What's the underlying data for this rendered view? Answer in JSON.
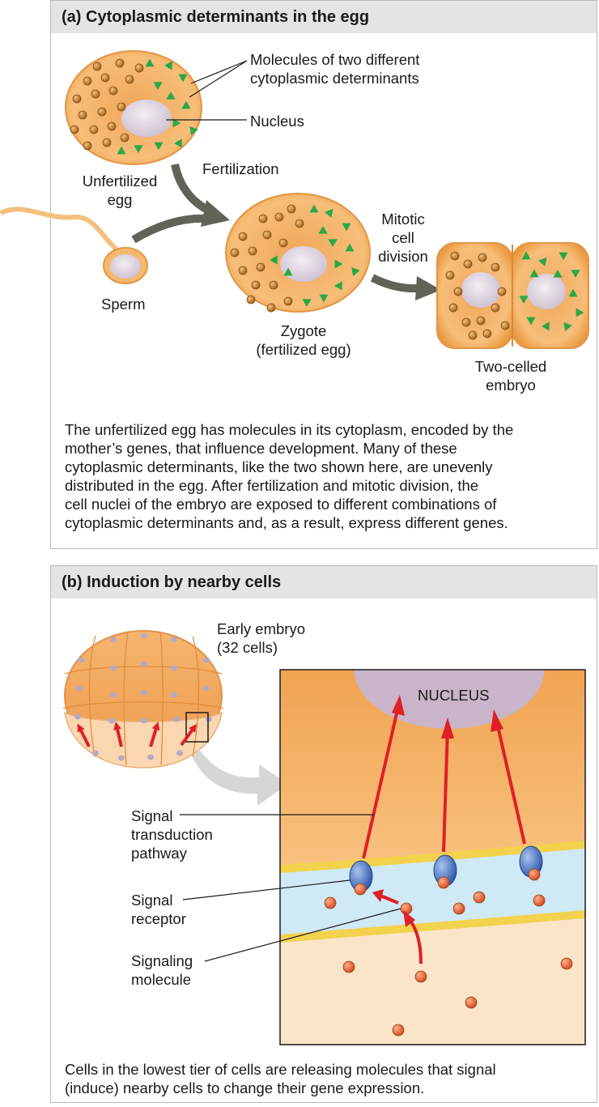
{
  "panel_a": {
    "title": "(a) Cytoplasmic determinants in the egg",
    "labels": {
      "molecules": [
        "Molecules of two different",
        "cytoplasmic determinants"
      ],
      "nucleus": "Nucleus",
      "unfertilized_egg": [
        "Unfertilized",
        "egg"
      ],
      "fertilization": "Fertilization",
      "mitotic_division": [
        "Mitotic",
        "cell",
        "division"
      ],
      "sperm": "Sperm",
      "zygote": [
        "Zygote",
        "(fertilized egg)"
      ],
      "two_celled_embryo": [
        "Two-celled",
        "embryo"
      ]
    },
    "caption": [
      "The unfertilized egg has molecules in its cytoplasm, encoded by the",
      "mother’s genes, that influence development. Many of these",
      "cytoplasmic determinants, like the two shown here, are unevenly",
      "distributed in the egg. After fertilization and mitotic division, the",
      "cell nuclei of the embryo are exposed to different combinations of",
      "cytoplasmic determinants and, as a result, express different genes."
    ]
  },
  "panel_b": {
    "title": "(b) Induction by nearby cells",
    "labels": {
      "early_embryo": [
        "Early embryo",
        "(32 cells)"
      ],
      "nucleus": "NUCLEUS",
      "signal_transduction": [
        "Signal",
        "transduction",
        "pathway"
      ],
      "signal_receptor": [
        "Signal",
        "receptor"
      ],
      "signaling_molecule": [
        "Signaling",
        "molecule"
      ]
    },
    "caption": [
      "Cells in the lowest tier of cells are releasing molecules that signal",
      "(induce) nearby cells to change their gene expression."
    ]
  },
  "colors": {
    "cytoplasm": "#f7b56a",
    "determinant_sphere": "#c8802a",
    "determinant_triangle": "#2aa844",
    "nucleus": "#e6dde6",
    "arrow_gray": "#5f6358",
    "signal_red": "#e01f26",
    "receptor_blue": "#3a64b8",
    "membrane_yellow": "#f3d24e",
    "extracellular_blue": "#cfe9f7"
  }
}
